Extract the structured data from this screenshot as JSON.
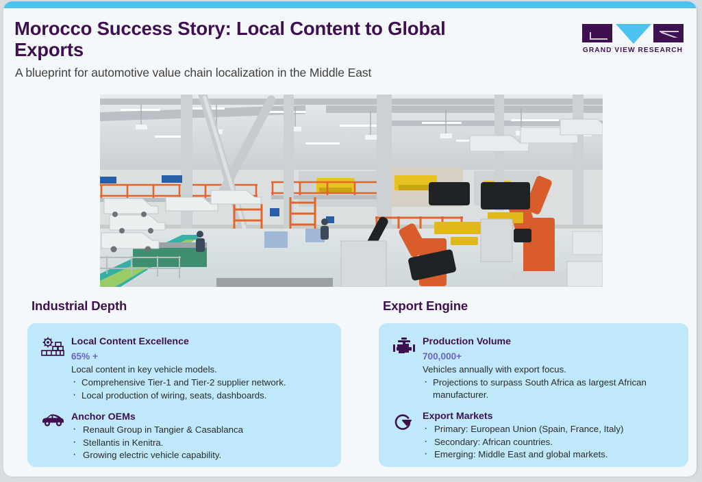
{
  "slide": {
    "title": "Morocco Success Story: Local Content to Global Exports",
    "subtitle": "A blueprint for automotive value chain localization in the Middle East",
    "accent_color": "#4cc3ef",
    "brand_color": "#3f1050",
    "card_color": "#bfe8fa",
    "stat_color": "#6a63c4"
  },
  "logo": {
    "wordmark": "GRAND VIEW RESEARCH",
    "marks": [
      "logo-box-g",
      "logo-triangle-v",
      "logo-box-r"
    ]
  },
  "photo": {
    "alt": "Automotive assembly plant interior with robotic welding arms, overhead conveyors and vehicle bodies on the line"
  },
  "columns": [
    {
      "heading": "Industrial Depth",
      "items": [
        {
          "icon": "gear-conveyor-icon",
          "title": "Local Content Excellence",
          "stat": "65% +",
          "lead": "Local content in key vehicle models.",
          "bullets": [
            "Comprehensive Tier-1 and Tier-2 supplier network.",
            "Local production of wiring, seats, dashboards."
          ]
        },
        {
          "icon": "car-icon",
          "title": "Anchor OEMs",
          "stat": "",
          "lead": "",
          "bullets": [
            "Renault Group in Tangier & Casablanca",
            "Stellantis in Kenitra.",
            "Growing electric vehicle capability."
          ]
        }
      ]
    },
    {
      "heading": "Export Engine",
      "items": [
        {
          "icon": "engine-icon",
          "title": "Production Volume",
          "stat": "700,000+",
          "lead": "Vehicles annually with export focus.",
          "bullets": [
            "Projections to surpass South Africa as largest African manufacturer."
          ]
        },
        {
          "icon": "export-arrow-icon",
          "title": "Export Markets",
          "stat": "",
          "lead": "",
          "bullets": [
            "Primary: European Union (Spain, France, Italy)",
            " Secondary: African countries.",
            " Emerging: Middle East and global markets."
          ]
        }
      ]
    }
  ]
}
